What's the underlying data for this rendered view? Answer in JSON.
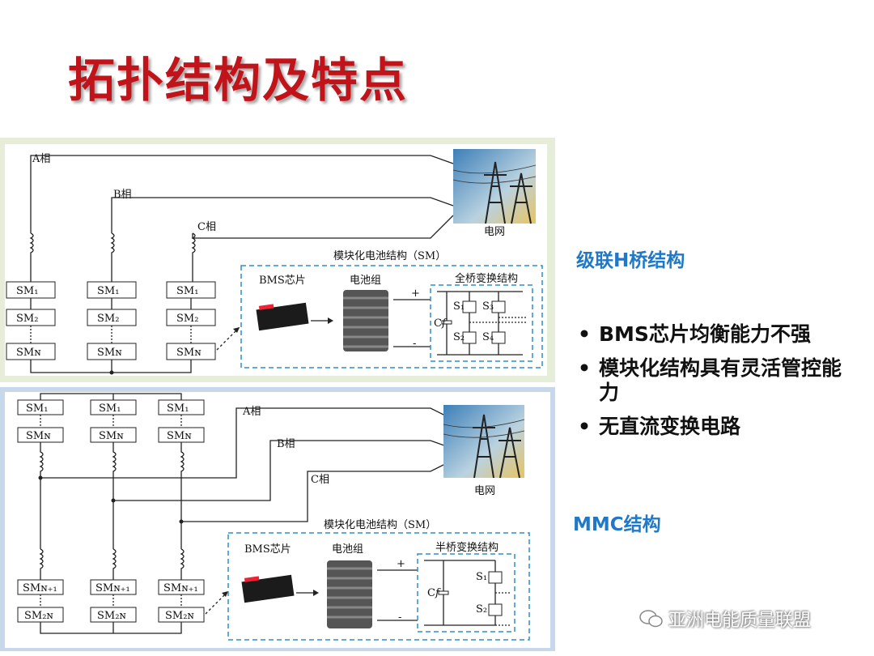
{
  "title": "拓扑结构及特点",
  "top_diagram": {
    "phases": [
      "A相",
      "B相",
      "C相"
    ],
    "grid_label": "电网",
    "module_title": "模块化电池结构（SM）",
    "bms_label": "BMS芯片",
    "battery_label": "电池组",
    "converter_label": "全桥变换结构",
    "sm_labels": [
      "SM₁",
      "SM₂",
      "SMɴ"
    ],
    "plus": "+",
    "minus": "-",
    "cap": "C𝑓",
    "switches": [
      "S₁",
      "S₂",
      "S₃",
      "S₄"
    ]
  },
  "bottom_diagram": {
    "phases": [
      "A相",
      "B相",
      "C相"
    ],
    "grid_label": "电网",
    "module_title": "模块化电池结构（SM）",
    "bms_label": "BMS芯片",
    "battery_label": "电池组",
    "converter_label": "半桥变换结构",
    "upper_sm": [
      "SM₁",
      "SMɴ"
    ],
    "lower_sm": [
      "SMɴ₊₁",
      "SM₂ɴ"
    ],
    "plus": "+",
    "minus": "-",
    "cap": "C𝑓",
    "switches": [
      "S₁",
      "S₂"
    ]
  },
  "headings": {
    "cascade": "级联H桥结构",
    "mmc": "MMC结构"
  },
  "bullets": [
    "BMS芯片均衡能力不强",
    "模块化结构具有灵活管控能力",
    "无直流变换电路"
  ],
  "watermark": "亚洲电能质量联盟",
  "colors": {
    "title": "#c0131a",
    "heading": "#1f78c8",
    "panel_top": "#e6eed9",
    "panel_bottom": "#c6d8ea"
  }
}
